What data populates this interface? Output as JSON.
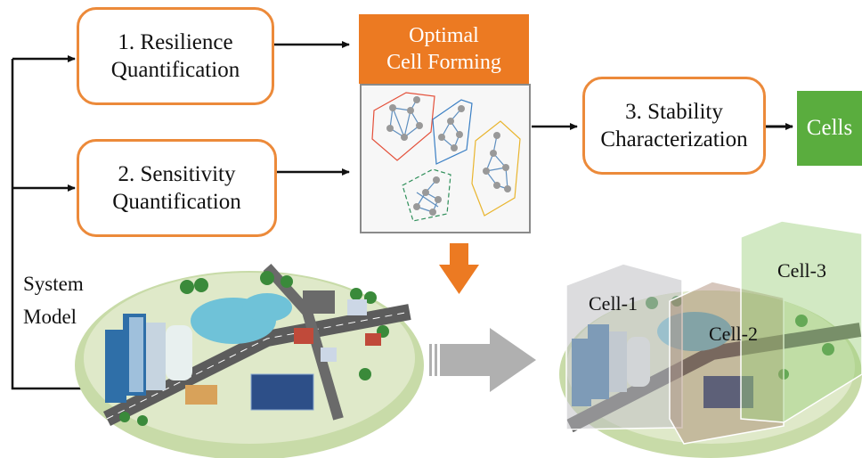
{
  "steps": {
    "step1": {
      "line1": "1. Resilience",
      "line2": "Quantification"
    },
    "step2": {
      "line1": "2. Sensitivity",
      "line2": "Quantification"
    },
    "step3": {
      "line1": "3. Stability",
      "line2": "Characterization"
    }
  },
  "optimal": {
    "line1": "Optimal",
    "line2": "Cell Forming"
  },
  "cells_output": "Cells",
  "system_model": {
    "line1": "System",
    "line2": "Model"
  },
  "cell_labels": [
    "Cell-1",
    "Cell-2",
    "Cell-3"
  ],
  "colors": {
    "box_border": "#ec8a3a",
    "optimal_fill": "#ec7a22",
    "cells_fill": "#5aad3e",
    "down_arrow": "#ec7a22",
    "right_arrow": "#b0b0b0",
    "cluster_red": "#e4503a",
    "cluster_blue": "#3a7fc4",
    "cluster_yellow": "#e9b52e",
    "cluster_green": "#2f8f5a"
  },
  "icons": [
    "city-illustration",
    "city-with-cells-illustration",
    "network-graph"
  ]
}
